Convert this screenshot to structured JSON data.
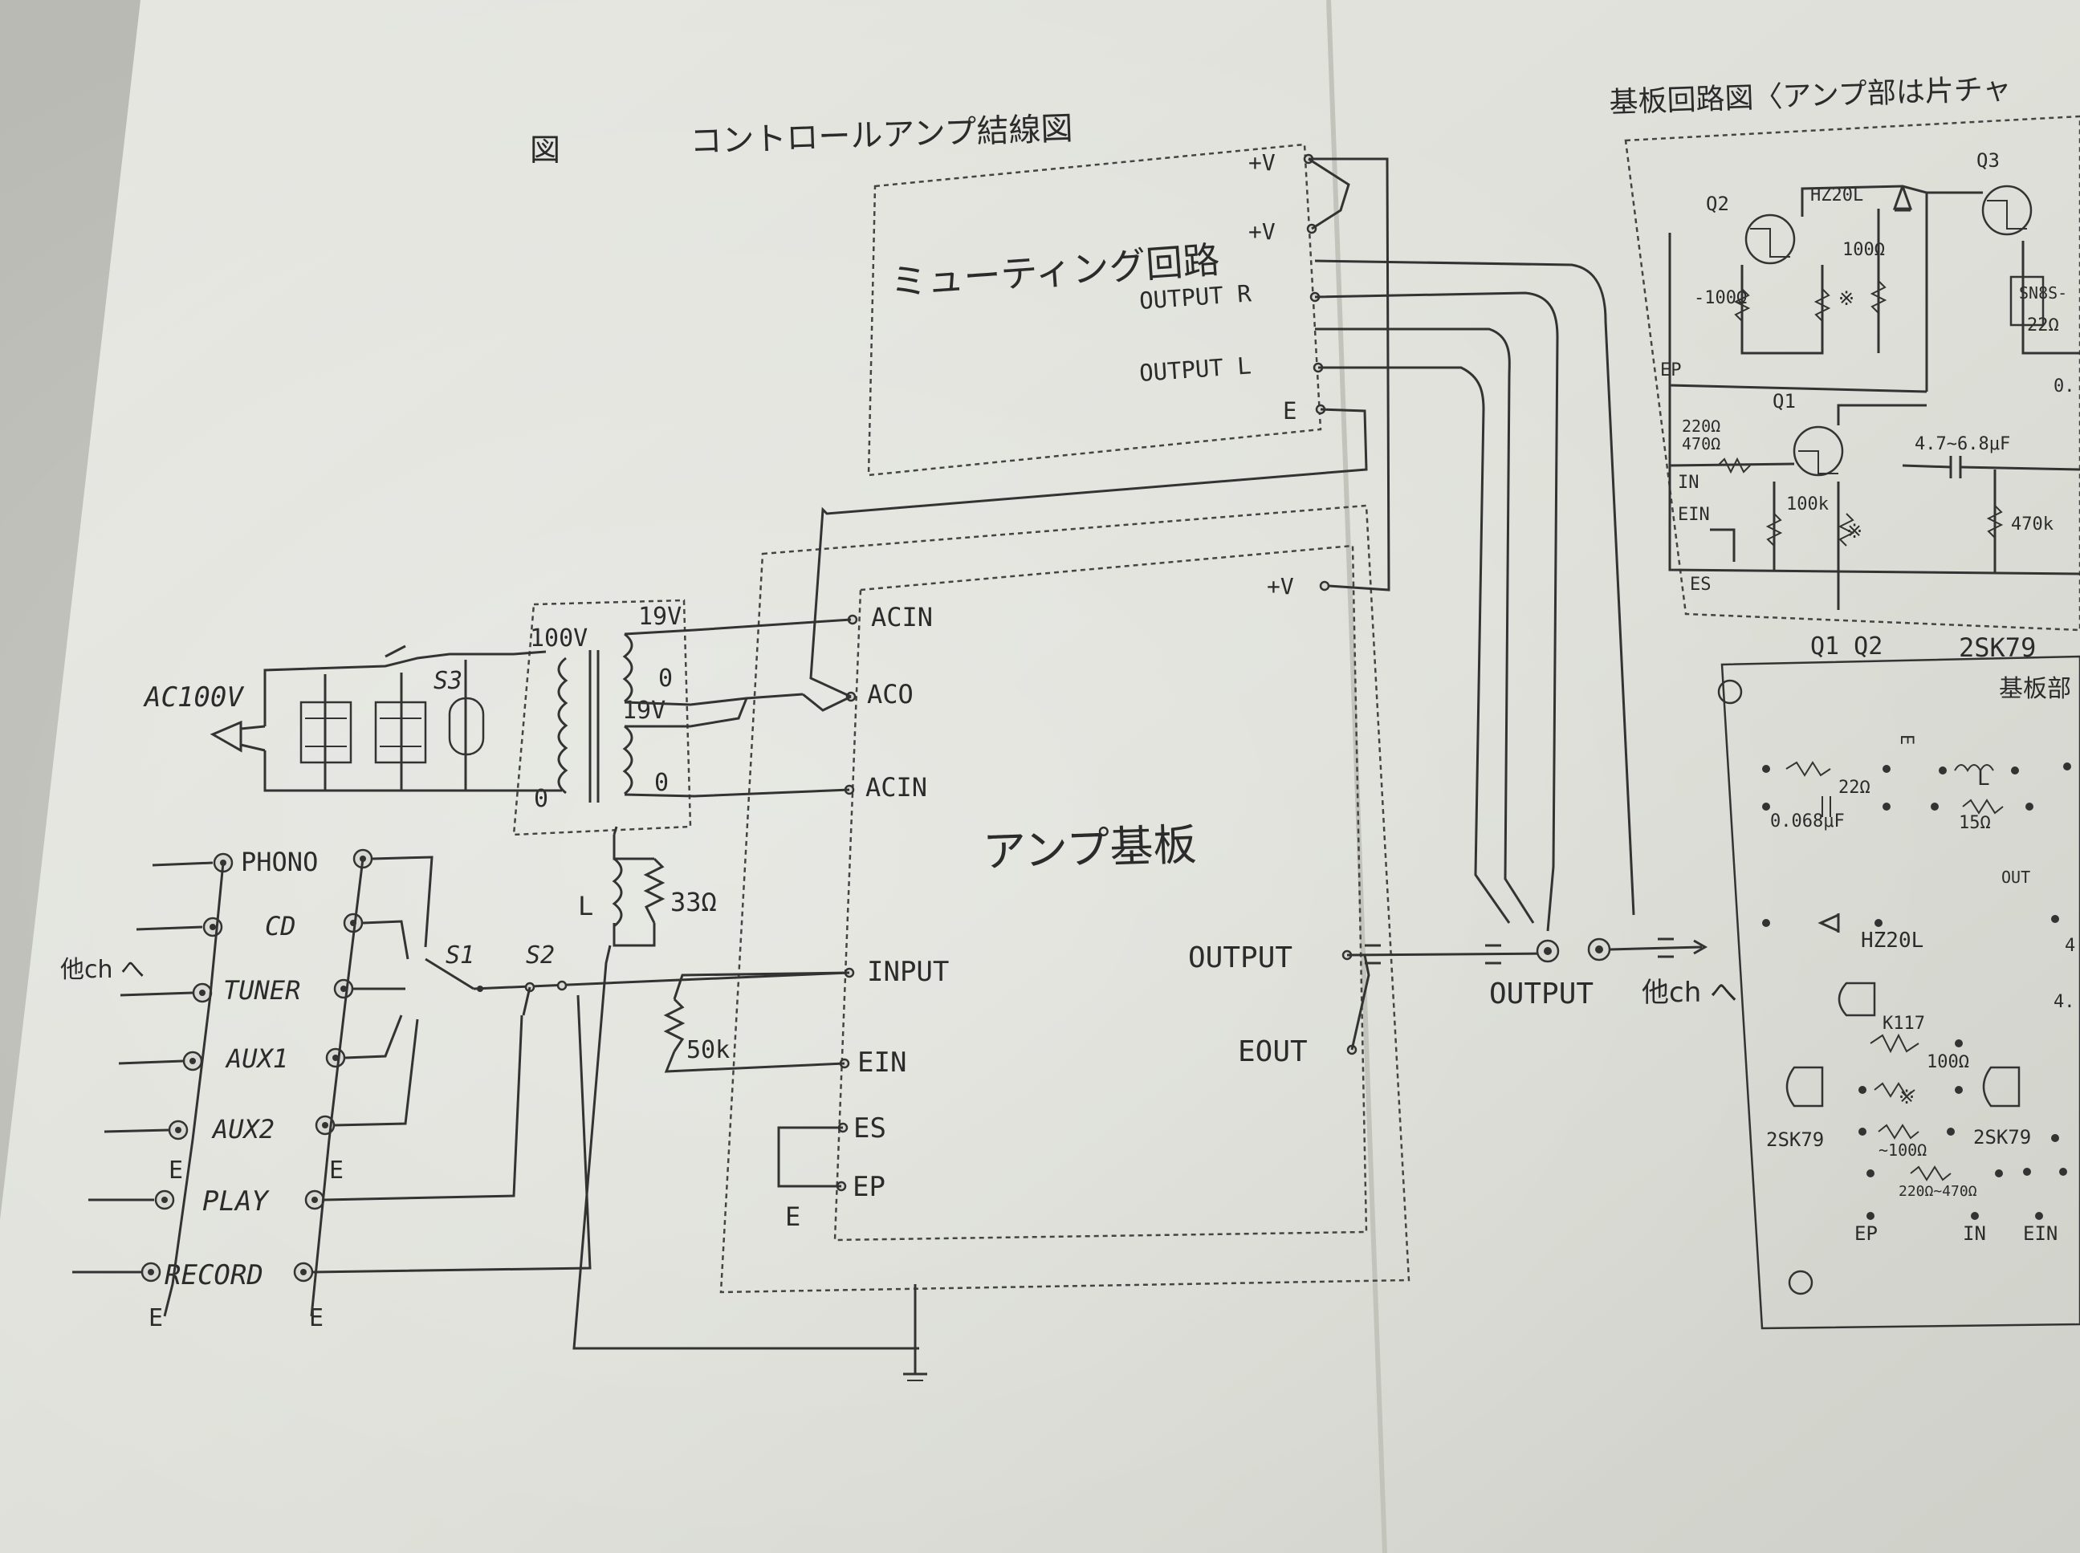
{
  "left_title": {
    "fig": "図",
    "title": "コントロールアンプ結線図"
  },
  "right_title": "基板回路図〈アンプ部は片チャ",
  "muting": {
    "name": "ミューティング回路",
    "pins": [
      "+V",
      "+V",
      "OUTPUT R",
      "OUTPUT L",
      "E"
    ]
  },
  "amp": {
    "name": "アンプ基板",
    "left_pins": [
      "ACIN",
      "ACO",
      "ACIN",
      "INPUT",
      "EIN",
      "ES",
      "EP"
    ],
    "right_pins": [
      "+V",
      "OUTPUT",
      "EOUT"
    ],
    "ground_label": "E"
  },
  "power": {
    "ac_label": "AC100V",
    "switch_label": "S3",
    "primary": "100V",
    "primary_zero": "0",
    "sec1": "19V",
    "sec1_zero": "0",
    "sec2": "19V",
    "sec2_zero": "0"
  },
  "choke": {
    "l": "L",
    "r": "33Ω"
  },
  "volume": "50k",
  "inputs": {
    "labels": [
      "PHONO",
      "CD",
      "TUNER",
      "AUX1",
      "AUX2",
      "PLAY",
      "RECORD"
    ],
    "side_note": "他ch へ",
    "e_label": "E",
    "s1": "S1",
    "s2": "S2"
  },
  "output": {
    "label": "OUTPUT",
    "other": "他ch へ"
  },
  "schematic": {
    "q2": "Q2",
    "q3": "Q3",
    "q1": "Q1",
    "zener": "HZ20L",
    "r100": "100Ω",
    "r100b": "-100Ω",
    "star": "※",
    "sn": "SN8S-",
    "r22": "22Ω",
    "ep": "EP",
    "r220": "220Ω",
    "r470": "470Ω",
    "cap": "4.7~6.8μF",
    "in": "IN",
    "ein": "EIN",
    "r100k": "100k",
    "r470k": "470k",
    "es": "ES",
    "zero": "0."
  },
  "parts_caption": {
    "q": "Q1 Q2",
    "type": "2SK79"
  },
  "board": {
    "title": "基板部",
    "e": "E",
    "l": "L",
    "r22": "22Ω",
    "cap": "0.068μF",
    "r15": "15Ω",
    "out": "OUT",
    "zener": "HZ20L",
    "k117": "K117",
    "r100": "100Ω",
    "star": "※",
    "fet1": "2SK79",
    "fet2": "2SK79",
    "r100b": "~100Ω",
    "r220": "220Ω~470Ω",
    "ep": "EP",
    "in": "IN",
    "ein": "EIN",
    "edge4": "4",
    "edge47": "4."
  }
}
